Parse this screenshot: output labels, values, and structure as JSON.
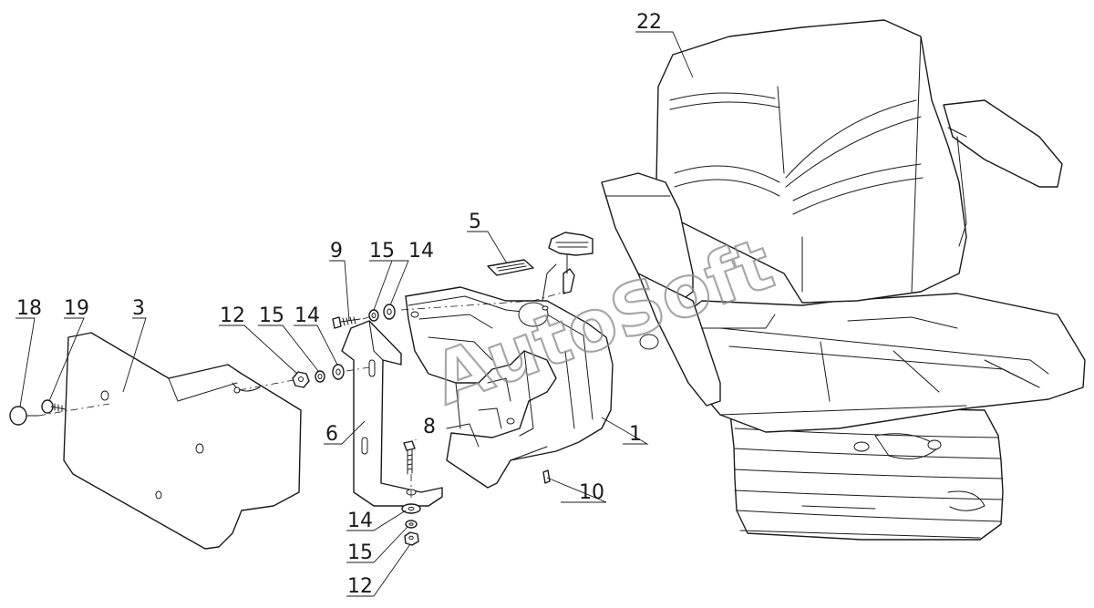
{
  "watermark": "AutoSoft",
  "callouts": {
    "c22": "22",
    "c5": "5",
    "c9": "9",
    "c15a": "15",
    "c14a": "14",
    "c18": "18",
    "c19": "19",
    "c3": "3",
    "c12a": "12",
    "c15b": "15",
    "c14b": "14",
    "c8": "8",
    "c6": "6",
    "c1": "1",
    "c10": "10",
    "c14c": "14",
    "c15c": "15",
    "c12b": "12"
  }
}
